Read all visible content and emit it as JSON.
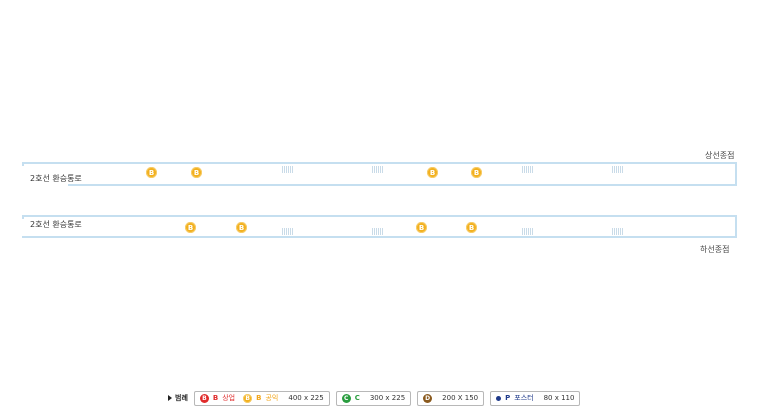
{
  "upper": {
    "end_label": "상선종점",
    "transfer_label": "2호선 환승통로",
    "badge_letter": "B"
  },
  "lower": {
    "end_label": "하선종점",
    "transfer_label": "2호선 환승통로",
    "badge_letter": "B"
  },
  "legend": {
    "title": "범례",
    "items": [
      {
        "badge": "B",
        "letter": "B",
        "label": "상업",
        "badge2": "B",
        "letter2": "B",
        "label2": "공익",
        "size": "400 x 225"
      },
      {
        "badge": "C",
        "letter": "C",
        "size": "300 x 225"
      },
      {
        "badge": "D",
        "size": "200 X 150"
      },
      {
        "letter": "P",
        "label": "포스터",
        "size": "80 x 110"
      }
    ]
  },
  "colors": {
    "rail": "#c5dff0",
    "badge_b": "#f2b01e",
    "badge_commercial": "#e02b2b",
    "badge_c": "#2a9d3f",
    "badge_d": "#8a5a1e",
    "poster": "#1f3a8a"
  }
}
